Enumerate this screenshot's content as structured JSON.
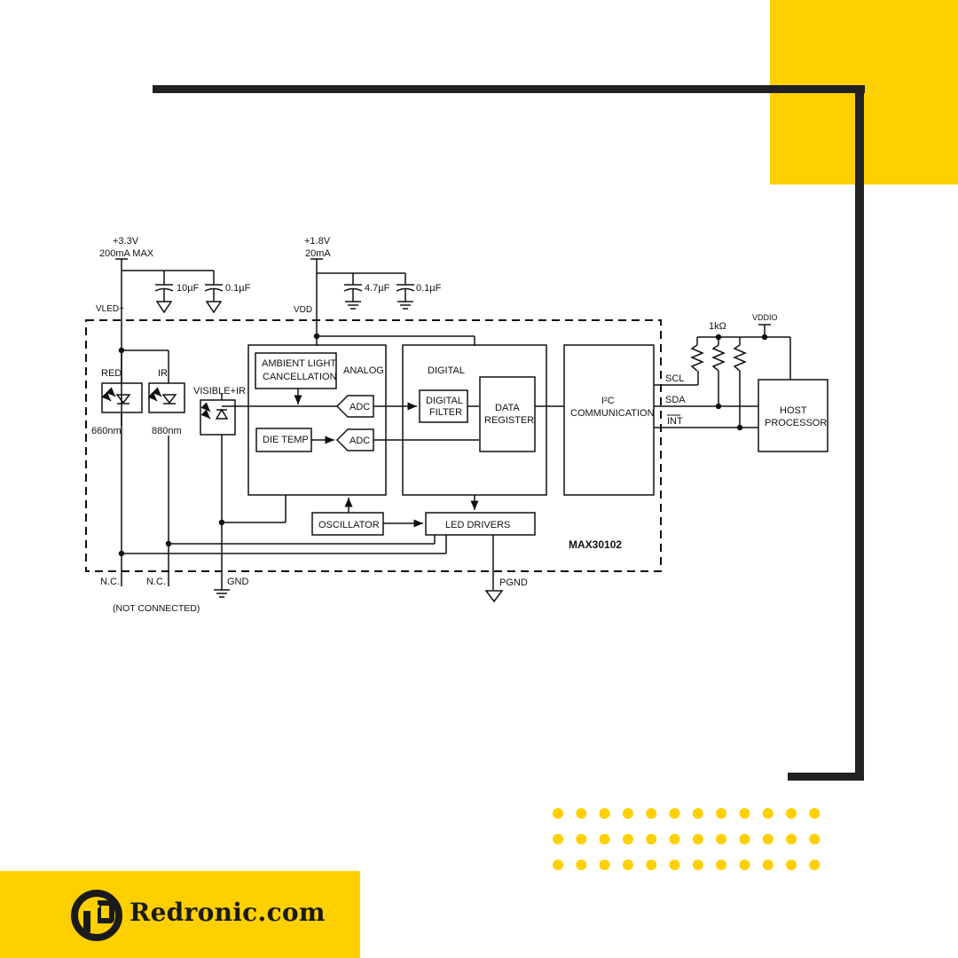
{
  "brand": {
    "name": "Redronic.com",
    "logo_icon": "redronic-logo-icon",
    "accent_color": "#FFD000"
  },
  "power": {
    "led_supply_voltage": "+3.3V",
    "led_supply_current": "200mA MAX",
    "vdd_supply_voltage": "+1.8V",
    "vdd_supply_current": "20mA",
    "vled_label": "VLED+",
    "vdd_label": "VDD",
    "vddio_label": "VDDIO"
  },
  "capacitors": {
    "c1": "10µF",
    "c2": "0.1µF",
    "c3": "4.7µF",
    "c4": "0.1µF"
  },
  "resistor_value": "1kΩ",
  "leds": {
    "red": "RED",
    "red_wavelength": "660nm",
    "ir": "IR",
    "ir_wavelength": "880nm"
  },
  "photodiode": "VISIBLE+IR",
  "blocks": {
    "ambient_line1": "AMBIENT LIGHT",
    "ambient_line2": "CANCELLATION",
    "analog": "ANALOG",
    "adc1": "ADC",
    "adc2": "ADC",
    "die_temp": "DIE TEMP",
    "digital": "DIGITAL",
    "filter_line1": "DIGITAL",
    "filter_line2": "FILTER",
    "data_line1": "DATA",
    "data_line2": "REGISTER",
    "i2c_line1": "I²C",
    "i2c_line2": "COMMUNICATION",
    "oscillator": "OSCILLATOR",
    "led_drivers": "LED DRIVERS",
    "host_line1": "HOST",
    "host_line2": "PROCESSOR"
  },
  "signals": {
    "scl": "SCL",
    "sda": "SDA",
    "int": "INT"
  },
  "pins": {
    "nc1": "N.C.",
    "nc2": "N.C.",
    "gnd": "GND",
    "pgnd": "PGND",
    "not_connected": "(NOT CONNECTED)"
  },
  "chip_name": "MAX30102"
}
